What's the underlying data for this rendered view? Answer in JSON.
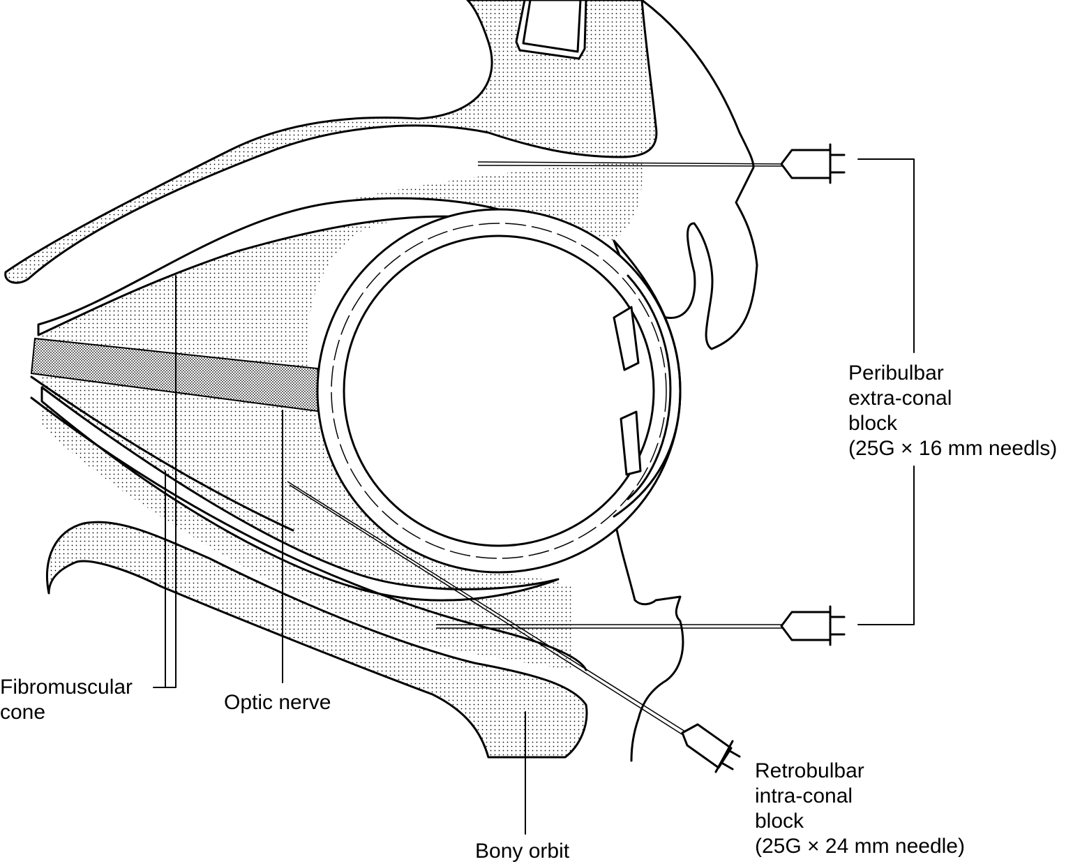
{
  "labels": {
    "peribulbar": {
      "line1": "Peribulbar",
      "line2": "extra-conal",
      "line3": "block",
      "line4": "(25G × 16 mm needls)"
    },
    "retrobulbar": {
      "line1": "Retrobulbar",
      "line2": "intra-conal",
      "line3": "block",
      "line4": "(25G × 24 mm needle)"
    },
    "fibromuscular": {
      "line1": "Fibromuscular",
      "line2": "cone"
    },
    "optic_nerve": "Optic nerve",
    "bony_orbit": "Bony orbit"
  },
  "colors": {
    "ink": "#000000",
    "background": "#ffffff",
    "stipple": "#000000"
  }
}
